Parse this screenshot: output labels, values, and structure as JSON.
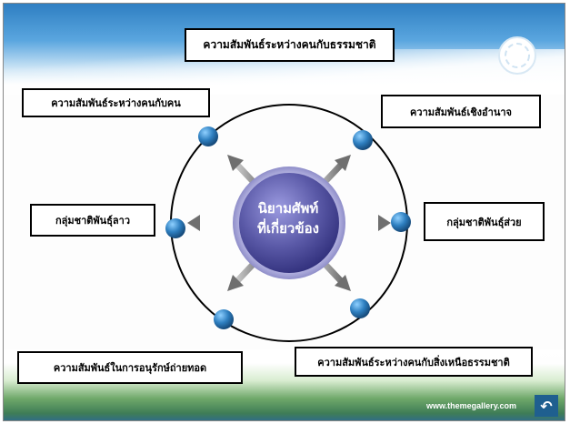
{
  "title": "ความสัมพันธ์ระหว่างคนกับธรรมชาติ",
  "center": {
    "line1": "นิยามศัพท์",
    "line2": "ที่เกี่ยวข้อง"
  },
  "nodes": {
    "top_left": "ความสัมพันธ์ระหว่างคนกับคน",
    "top_right": "ความสัมพันธ์เชิงอำนาจ",
    "left": "กลุ่มชาติพันธุ์ลาว",
    "right": "กลุ่มชาติพันธุ์ส่วย",
    "bottom_left": "ความสัมพันธ์ในการอนุรักษ์ถ่ายทอด",
    "bottom_right": "ความสัมพันธ์ระหว่างคนกับสิ่งเหนือธรรมชาติ"
  },
  "footer": {
    "url": "www.themegallery.com",
    "return_icon": "u-turn-icon"
  },
  "colors": {
    "center_fill": "#5b5aa8",
    "dot_fill": "#2e7fc0",
    "top_band": "#2f7fc2",
    "bottom_band": "#3f7d56"
  }
}
